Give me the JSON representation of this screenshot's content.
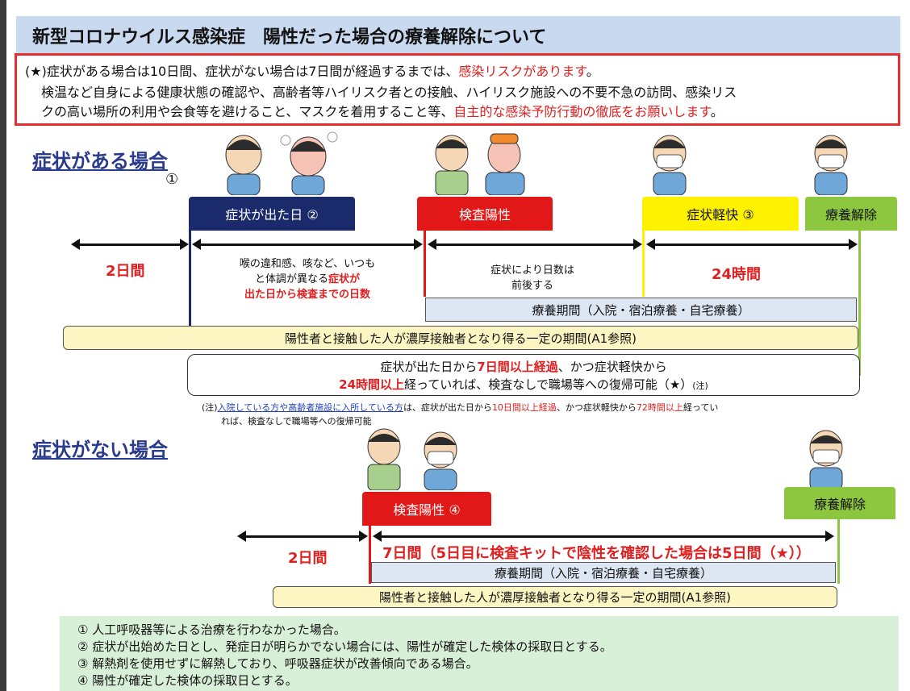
{
  "title": "新型コロナウイルス感染症　陽性だった場合の療養解除について",
  "notice": {
    "line1_a": "(★)症状がある場合は10日間、症状がない場合は7日間が経過するまでは、",
    "line1_red": "感染リスクがあります",
    "line1_b": "。",
    "line2": "検温など自身による健康状態の確認や、高齢者等ハイリスク者との接触、ハイリスク施設への不要不急の訪問、感染リス",
    "line3_a": "クの高い場所の利用や会食等を避けること、マスクを着用すること等、",
    "line3_red": "自主的な感染予防行動の徹底をお願いします",
    "line3_b": "。"
  },
  "symptomatic": {
    "heading": "症状がある場合",
    "marker1": "①",
    "box_onset": "症状が出た日 ②",
    "box_positive": "検査陽性",
    "box_improve": "症状軽快 ③",
    "box_release": "療養解除",
    "label_2days": "2日間",
    "desc_onset_1": "喉の違和感、咳など、いつも",
    "desc_onset_2a": "と体調が異なる",
    "desc_onset_2red": "症状が",
    "desc_onset_3red": "出た日から検査までの日数",
    "desc_days_1": "症状により日数は",
    "desc_days_2": "前後する",
    "label_24h": "24時間",
    "bar_recuperation": "療養期間（入院・宿泊療養・自宅療養）",
    "bar_contact": "陽性者と接触した人が濃厚接触者となり得る一定の期間(A1参照)",
    "rule_1a": "症状が出た日から",
    "rule_1red": "7日間以上経過",
    "rule_1b": "、かつ症状軽快から",
    "rule_2red": "24時間以上",
    "rule_2b": "経っていれば、検査なしで職場等への復帰可能（★）",
    "rule_2note": "(注)",
    "footnote_1a": "(注)",
    "footnote_1link": "入院している方や高齢者施設に入所している方",
    "footnote_1b": "は、症状が出た日から",
    "footnote_1red1": "10日間以上経過",
    "footnote_1c": "、かつ症状軽快から",
    "footnote_1red2": "72時間以上",
    "footnote_1d": "経ってい",
    "footnote_2": "れば、検査なしで職場等への復帰可能"
  },
  "asymptomatic": {
    "heading": "症状がない場合",
    "box_positive": "検査陽性 ④",
    "box_release": "療養解除",
    "label_2days": "2日間",
    "label_7days": "7日間（5日目に検査キットで陰性を確認した場合は5日間（★））",
    "bar_recuperation": "療養期間（入院・宿泊療養・自宅療養）",
    "bar_contact": "陽性者と接触した人が濃厚接触者となり得る一定の期間(A1参照)"
  },
  "notes": [
    "①  人工呼吸器等による治療を行わなかった場合。",
    "②  症状が出始めた日とし、発症日が明らかでない場合には、陽性が確定した検体の採取日とする。",
    "③  解熱剤を使用せずに解熱しており、呼吸器症状が改善傾向である場合。",
    "④  陽性が確定した検体の採取日とする。"
  ],
  "colors": {
    "navy": "#1b2a6b",
    "red": "#e21818",
    "yellow": "#fff200",
    "green": "#8dc63f",
    "title_band": "#c9d9ef",
    "notes_bg": "#d8efd8"
  },
  "icons": [
    "person-coughing-icon",
    "person-feverish-icon",
    "person-doctor-icon",
    "person-testing-icon",
    "person-mask-icon"
  ]
}
